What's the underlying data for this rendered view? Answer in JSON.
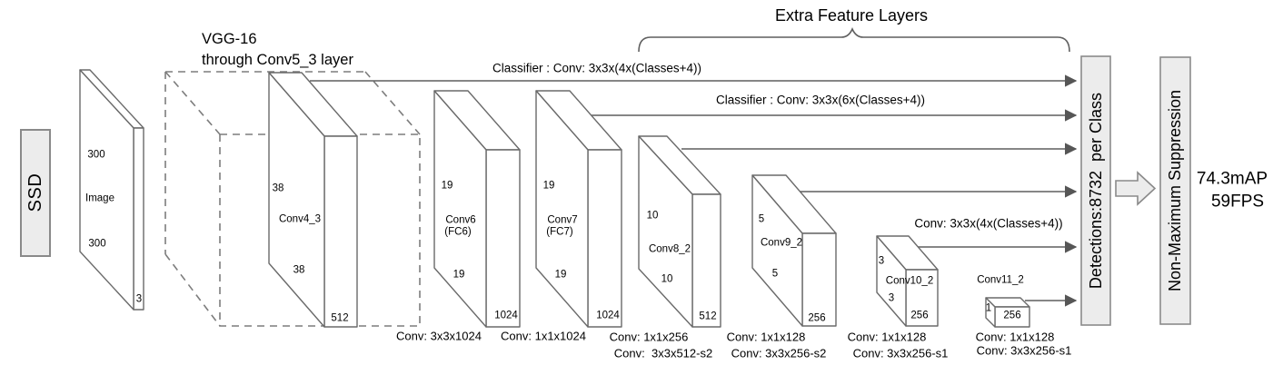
{
  "figure": {
    "ssd_label": "SSD",
    "vgg_title_line1": "VGG-16",
    "vgg_title_line2": "through Conv5_3 layer",
    "extra_feature_layers_title": "Extra Feature Layers",
    "classifier_conv4_3": "Classifier : Conv: 3x3x(4x(Classes+4))",
    "classifier_conv7": "Classifier : Conv: 3x3x(6x(Classes+4))",
    "classifier_conv10_2": "Conv: 3x3x(4x(Classes+4))",
    "detections_label": "Detections:8732  per Class",
    "nms_label": "Non-Maximum Suppression",
    "result_map": "74.3mAP",
    "result_fps": "59FPS",
    "colors": {
      "box_fill": "#ececec",
      "line": "#666666",
      "text": "#000000"
    }
  },
  "layers": [
    {
      "id": "image",
      "label": "Image",
      "size_top": "300",
      "size_bottom": "300",
      "depth": "3"
    },
    {
      "id": "conv4_3",
      "label": "Conv4_3",
      "size_top": "38",
      "size_bottom": "38",
      "depth": "512"
    },
    {
      "id": "conv6",
      "label": "Conv6",
      "sublabel": "(FC6)",
      "size_top": "19",
      "size_bottom": "19",
      "depth": "1024",
      "ops": [
        "Conv: 3x3x1024"
      ]
    },
    {
      "id": "conv7",
      "label": "Conv7",
      "sublabel": "(FC7)",
      "size_top": "19",
      "size_bottom": "19",
      "depth": "1024",
      "ops": [
        "Conv: 1x1x1024"
      ]
    },
    {
      "id": "conv8_2",
      "label": "Conv8_2",
      "size_top": "10",
      "size_bottom": "10",
      "depth": "512",
      "ops": [
        "Conv: 1x1x256",
        "Conv:  3x3x512-s2"
      ]
    },
    {
      "id": "conv9_2",
      "label": "Conv9_2",
      "size_top": "5",
      "size_bottom": "5",
      "depth": "256",
      "ops": [
        "Conv: 1x1x128",
        "Conv: 3x3x256-s2"
      ]
    },
    {
      "id": "conv10_2",
      "label": "Conv10_2",
      "size_top": "3",
      "size_bottom": "3",
      "depth": "256",
      "ops": [
        "Conv: 1x1x128",
        "Conv: 3x3x256-s1"
      ]
    },
    {
      "id": "conv11_2",
      "label": "Conv11_2",
      "size_top": "1",
      "depth": "256",
      "ops": [
        "Conv: 1x1x128",
        "Conv: 3x3x256-s1"
      ]
    }
  ]
}
